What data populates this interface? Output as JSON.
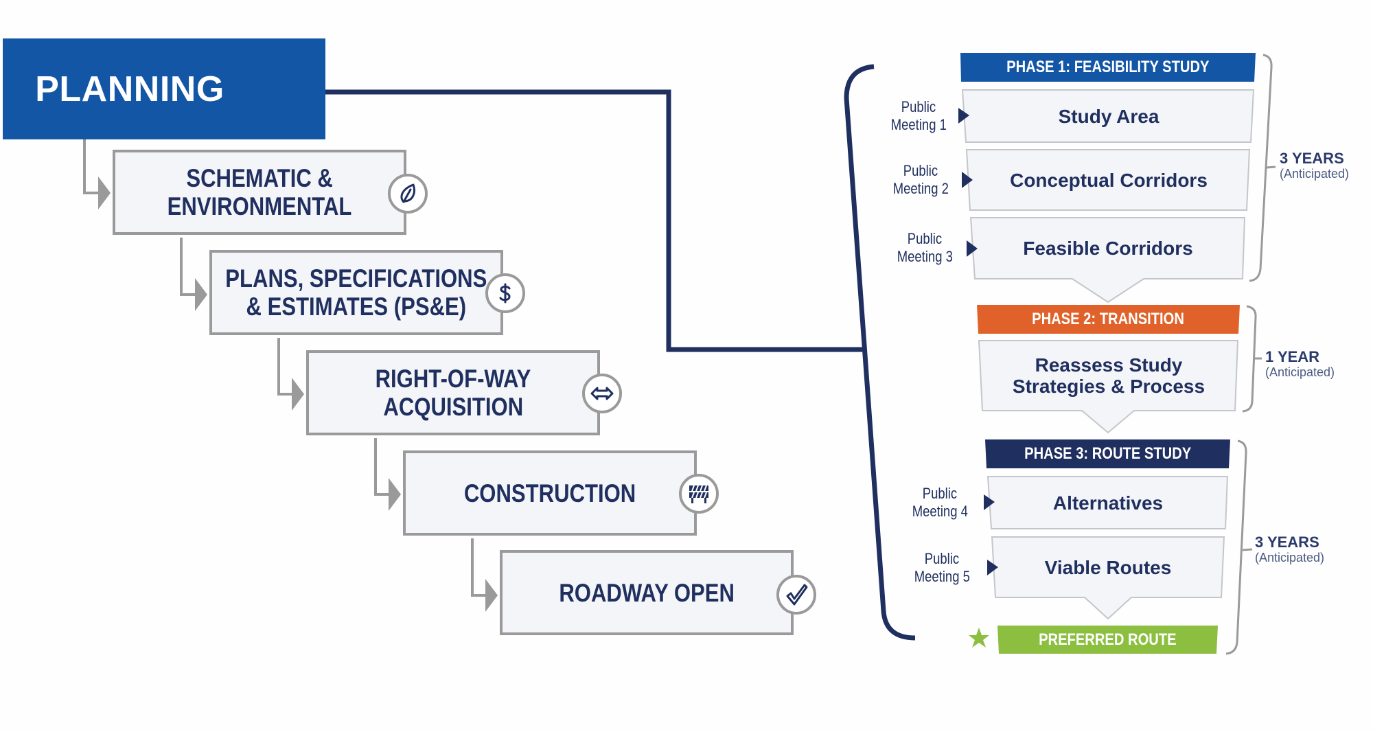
{
  "planning": {
    "label": "PLANNING"
  },
  "steps": [
    {
      "label_lines": [
        "SCHEMATIC &",
        "ENVIRONMENTAL"
      ],
      "icon": "leaf-icon"
    },
    {
      "label_lines": [
        "PLANS, SPECIFICATIONS",
        "& ESTIMATES (PS&E)"
      ],
      "icon": "dollar-icon"
    },
    {
      "label_lines": [
        "RIGHT-OF-WAY",
        "ACQUISITION"
      ],
      "icon": "double-arrow-icon"
    },
    {
      "label_lines": [
        "CONSTRUCTION"
      ],
      "icon": "road-barrier-icon"
    },
    {
      "label_lines": [
        "ROADWAY OPEN"
      ],
      "icon": "checkmark-icon"
    }
  ],
  "phases": [
    {
      "title": "PHASE 1: FEASIBILITY STUDY",
      "color": "#1356a6",
      "stages": [
        {
          "label_lines": [
            "Study Area"
          ],
          "meeting_lines": [
            "Public",
            "Meeting 1"
          ]
        },
        {
          "label_lines": [
            "Conceptual Corridors"
          ],
          "meeting_lines": [
            "Public",
            "Meeting 2"
          ]
        },
        {
          "label_lines": [
            "Feasible Corridors"
          ],
          "meeting_lines": [
            "Public",
            "Meeting 3"
          ]
        }
      ],
      "duration": {
        "years": "3 YEARS",
        "note": "(Anticipated)"
      }
    },
    {
      "title": "PHASE 2: TRANSITION",
      "color": "#e0622a",
      "stages": [
        {
          "label_lines": [
            "Reassess Study",
            "Strategies & Process"
          ]
        }
      ],
      "duration": {
        "years": "1 YEAR",
        "note": "(Anticipated)"
      }
    },
    {
      "title": "PHASE 3: ROUTE STUDY",
      "color": "#1f2f5f",
      "stages": [
        {
          "label_lines": [
            "Alternatives"
          ],
          "meeting_lines": [
            "Public",
            "Meeting 4"
          ]
        },
        {
          "label_lines": [
            "Viable Routes"
          ],
          "meeting_lines": [
            "Public",
            "Meeting 5"
          ]
        }
      ],
      "duration": {
        "years": "3 YEARS",
        "note": "(Anticipated)"
      }
    }
  ],
  "outcome": {
    "label": "PREFERRED ROUTE",
    "icon": "star-icon",
    "color": "#8cbf3f"
  },
  "colors": {
    "navy": "#1f2f5f",
    "gray_border": "#9a9a9a",
    "box_fill": "#f4f5f8"
  }
}
